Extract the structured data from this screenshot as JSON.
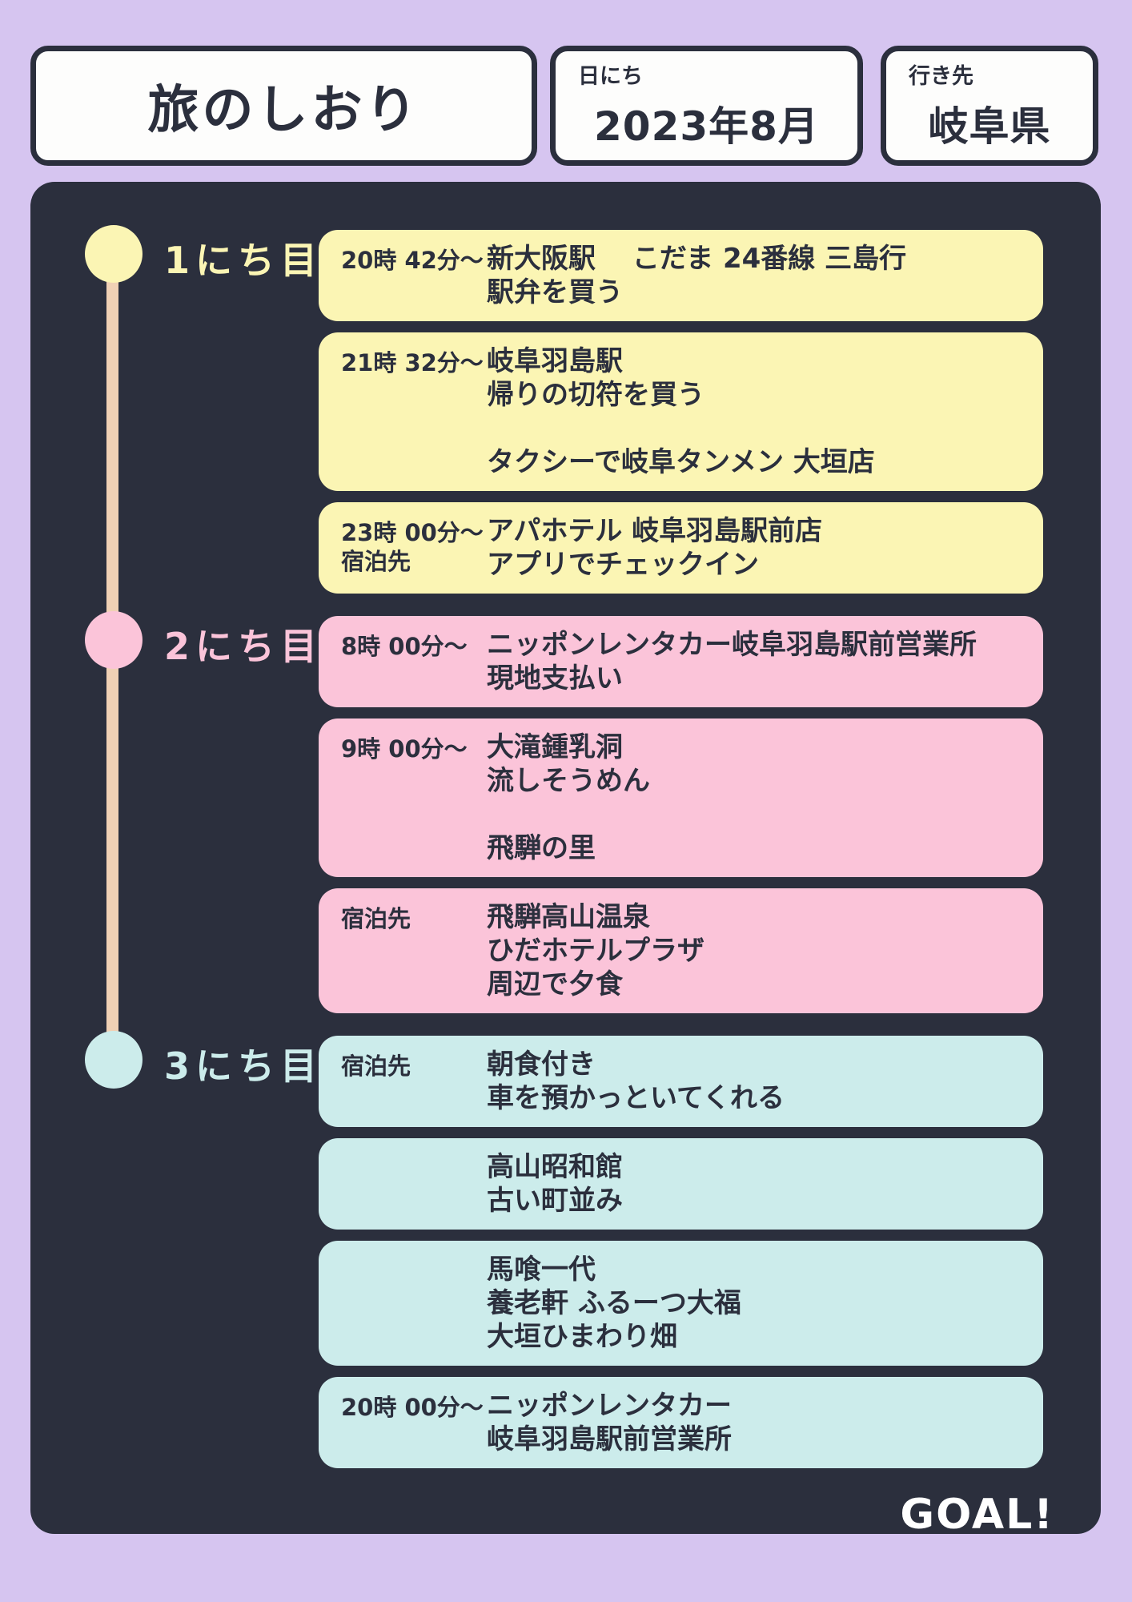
{
  "header": {
    "title": "旅のしおり",
    "date_label": "日にち",
    "date_value": "2023年8月",
    "destination_label": "行き先",
    "destination_value": "岐阜県"
  },
  "colors": {
    "page_background": "#d6c5f0",
    "panel_background": "#2b2f3d",
    "box_background": "#fdfdfc",
    "timeline_line": "#f0d1b5",
    "day1": "#fbf5b4",
    "day2": "#fbc4d9",
    "day3": "#cceceb",
    "goal_text": "#ffffff"
  },
  "timeline": {
    "goal": "GOAL!",
    "days": [
      {
        "label": "1にち目",
        "color_key": "day1",
        "cards": [
          {
            "time": [
              "20時 42分〜"
            ],
            "lines": [
              "新大阪駅　 こだま 24番線 三島行",
              "駅弁を買う"
            ]
          },
          {
            "time": [
              "21時 32分〜"
            ],
            "lines": [
              "岐阜羽島駅",
              "帰りの切符を買う",
              "",
              "タクシーで岐阜タンメン 大垣店"
            ]
          },
          {
            "time": [
              "23時 00分〜",
              "宿泊先"
            ],
            "lines": [
              "アパホテル 岐阜羽島駅前店",
              "アプリでチェックイン"
            ]
          }
        ]
      },
      {
        "label": "2にち目",
        "color_key": "day2",
        "cards": [
          {
            "time": [
              "8時 00分〜"
            ],
            "lines": [
              "ニッポンレンタカー岐阜羽島駅前営業所",
              "現地支払い"
            ]
          },
          {
            "time": [
              "9時 00分〜"
            ],
            "lines": [
              "大滝鍾乳洞",
              "流しそうめん",
              "",
              "飛騨の里"
            ]
          },
          {
            "time": [
              "宿泊先"
            ],
            "lines": [
              "飛騨高山温泉",
              "ひだホテルプラザ",
              "周辺で夕食"
            ]
          }
        ]
      },
      {
        "label": "3にち目",
        "color_key": "day3",
        "cards": [
          {
            "time": [
              "宿泊先"
            ],
            "lines": [
              "朝食付き",
              "車を預かっといてくれる"
            ]
          },
          {
            "time": [],
            "lines": [
              "高山昭和館",
              "古い町並み"
            ]
          },
          {
            "time": [],
            "lines": [
              "馬喰一代",
              "養老軒 ふるーつ大福",
              "大垣ひまわり畑"
            ]
          },
          {
            "time": [
              "20時 00分〜"
            ],
            "lines": [
              "ニッポンレンタカー",
              "岐阜羽島駅前営業所"
            ]
          }
        ]
      }
    ]
  }
}
